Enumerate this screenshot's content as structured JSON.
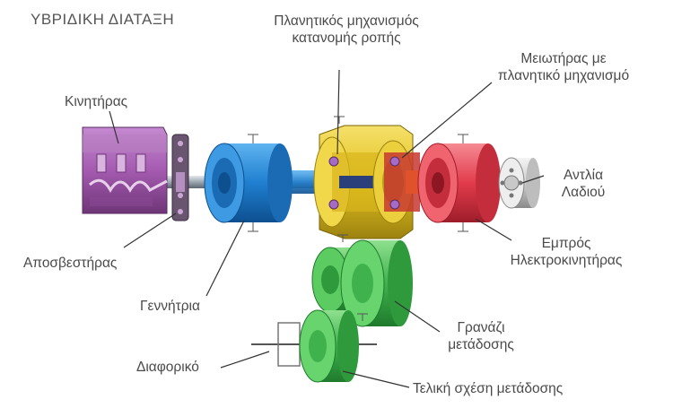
{
  "title": "ΥΒΡΙΔΙΚΗ ΔΙΑΤΑΞΗ",
  "labels": {
    "engine": "Κινητήρας",
    "planetary_line1": "Πλανητικός μηχανισμός",
    "planetary_line2": "κατανομής ροπής",
    "reducer_line1": "Μειωτήρας με",
    "reducer_line2": "πλανητικό μηχανισμό",
    "oil_pump_line1": "Αντλία",
    "oil_pump_line2": "Λαδιού",
    "damper": "Αποσβεστήρας",
    "front_motor_line1": "Εμπρός",
    "front_motor_line2": "Ηλεκτροκινητήρας",
    "generator": "Γεννήτρια",
    "gear_line1": "Γρανάζι",
    "gear_line2": "μετάδοσης",
    "differential": "Διαφορικό",
    "final_ratio": "Τελική σχέση μετάδοσης"
  },
  "colors": {
    "engine": "#a45bb0",
    "generator": "#1f7fd0",
    "planetary": "#e3c21f",
    "motor": "#e23b4b",
    "pump": "#d8d8d8",
    "gears": "#3fb24e",
    "damper": "#5a4660",
    "shaft": "#9aa6b0",
    "leader": "#333333"
  }
}
